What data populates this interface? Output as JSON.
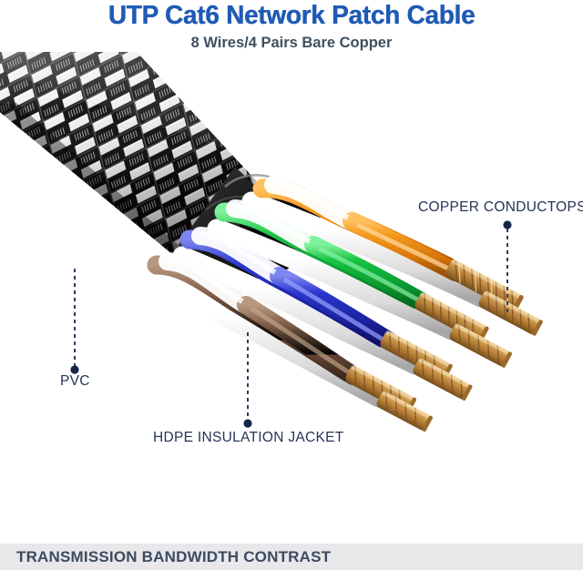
{
  "header": {
    "title": "UTP Cat6 Network Patch Cable",
    "subtitle": "8 Wires/4 Pairs Bare Copper",
    "title_color": "#1f5ab5",
    "subtitle_color": "#3f4f60"
  },
  "callouts": [
    {
      "id": "copper-conductors",
      "label": "COPPER CONDUCTOPS",
      "color": "#253459"
    },
    {
      "id": "pvc",
      "label": "PVC",
      "color": "#253459"
    },
    {
      "id": "hdpe",
      "label": "HDPE INSULATION JACKET",
      "color": "#253459"
    }
  ],
  "banner": {
    "text": "TRANSMISSION BANDWIDTH CONTRAST",
    "background": "#e8e8ea",
    "text_color": "#3d4a60"
  },
  "artwork": {
    "description": "Cutaway view of a UTP Cat6 patch cable with braided black-and-white nylon sheath, black PVC jacket, four twisted pairs of insulated wires and exposed stranded copper conductors",
    "sheath": {
      "name": "braided-nylon-sheath",
      "colors": [
        "#0d0d0d",
        "#f2f2f2",
        "#9a9a9a"
      ]
    },
    "jacket": {
      "name": "pvc-jacket",
      "color": "#1a1a1a"
    },
    "pairs": [
      {
        "name": "orange-pair",
        "stripe_color": "#ffffff",
        "solid_color": "#e98a18"
      },
      {
        "name": "green-pair",
        "stripe_color": "#ffffff",
        "solid_color": "#14b83c"
      },
      {
        "name": "blue-pair",
        "stripe_color": "#ffffff",
        "solid_color": "#2431c8"
      },
      {
        "name": "brown-pair",
        "stripe_color": "#ffffff",
        "solid_color": "#7b5a42"
      }
    ],
    "conductor": {
      "name": "bare-copper-strands",
      "color": "#b9813f"
    }
  }
}
